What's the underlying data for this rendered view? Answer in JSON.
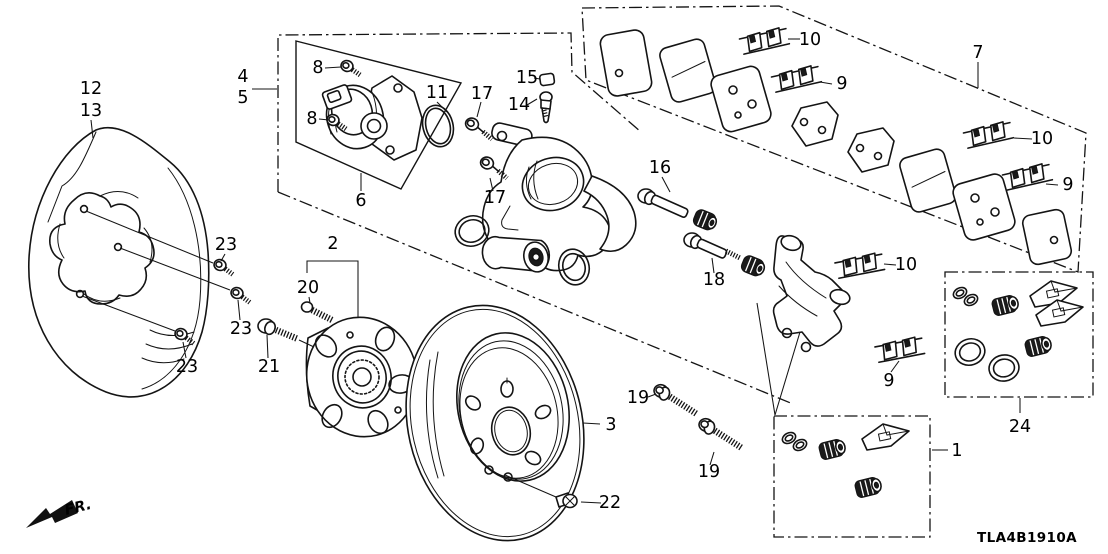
{
  "labels": {
    "n1": "1",
    "n2": "2",
    "n3": "3",
    "n4": "4",
    "n5": "5",
    "n6": "6",
    "n7": "7",
    "n8": "8",
    "n9": "9",
    "n10": "10",
    "n11": "11",
    "n12": "12",
    "n13": "13",
    "n14": "14",
    "n15": "15",
    "n16": "16",
    "n17": "17",
    "n18": "18",
    "n19": "19",
    "n20": "20",
    "n21": "21",
    "n22": "22",
    "n23": "23",
    "n24": "24"
  },
  "annotations": {
    "direction_label": "FR.",
    "diagram_code": "TLA4B1910A"
  },
  "colors": {
    "line": "#141414",
    "background": "#ffffff"
  }
}
